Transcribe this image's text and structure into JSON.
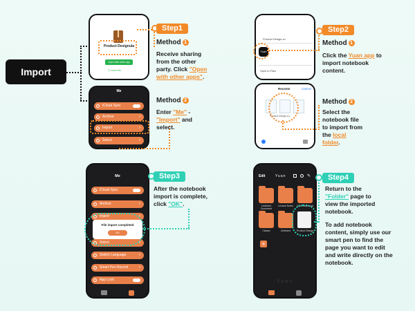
{
  "import_label": "Import",
  "step1": {
    "badge": "Step1",
    "method1": "Method",
    "method1_num": "1",
    "desc1_a": "Receive sharing from the other party. Click",
    "desc1_hl": "\"Open with other apps\"",
    "desc1_b": ".",
    "method2": "Method",
    "method2_num": "2",
    "desc2_a": "Enter",
    "desc2_hl1": "\"Me\"",
    "desc2_sep": "-",
    "desc2_hl2": "\"Import\"",
    "desc2_b": "and select.",
    "phone1": {
      "file_name": "Product Designula",
      "button": "Open with other app",
      "link": "Ⓣ more info"
    },
    "phone2": {
      "title": "Me",
      "items": [
        "iCloud Sync",
        "Archive",
        "Import",
        "Select"
      ]
    }
  },
  "step2": {
    "badge": "Step2",
    "method1": "Method",
    "method1_num": "1",
    "desc1_a": "Click the",
    "desc1_hl": "Yuan app",
    "desc1_b": "to import notebook content.",
    "method2": "Method",
    "method2_num": "2",
    "desc2_a": "Select the notebook file to import from the",
    "desc2_hl": "local folder",
    "desc2_b": ".",
    "phone3": {
      "file_name": "Product Design.zu",
      "app": "Yuan",
      "save": "Save to Files"
    },
    "phone4": {
      "tab": "Recents",
      "cancel": "Cancel",
      "file": "Product Design.zu"
    }
  },
  "step3": {
    "badge": "Step3",
    "desc_a": "After the notebook import is complete, click",
    "desc_hl": "\"OK\"",
    "desc_b": ".",
    "phone": {
      "title": "Me",
      "items": [
        "iCloud Sync",
        "Archive",
        "Import",
        "Select",
        "Switch Language",
        "Smart Pen Record",
        "App Lock"
      ],
      "dialog_text": "File import completed",
      "dialog_ok": "OK"
    }
  },
  "step4": {
    "badge": "Step4",
    "desc1_a": "Return to the",
    "desc1_hl": "\"Folder\"",
    "desc1_b": "page to view the imported notebook.",
    "desc2": "To add notebook content, simply use our smart pen to find the page you want to edit and write directly on the notebook.",
    "phone": {
      "edit": "Edit",
      "logo": "Yuan",
      "folders": [
        "Unfolded Document",
        "Lecture Notes",
        "Child Notebook",
        "Classic",
        "Unfolded",
        "Product Design"
      ],
      "watermark": "Yuan"
    }
  },
  "colors": {
    "orange": "#f28a28",
    "green": "#2fd0b5",
    "dark": "#111111"
  }
}
